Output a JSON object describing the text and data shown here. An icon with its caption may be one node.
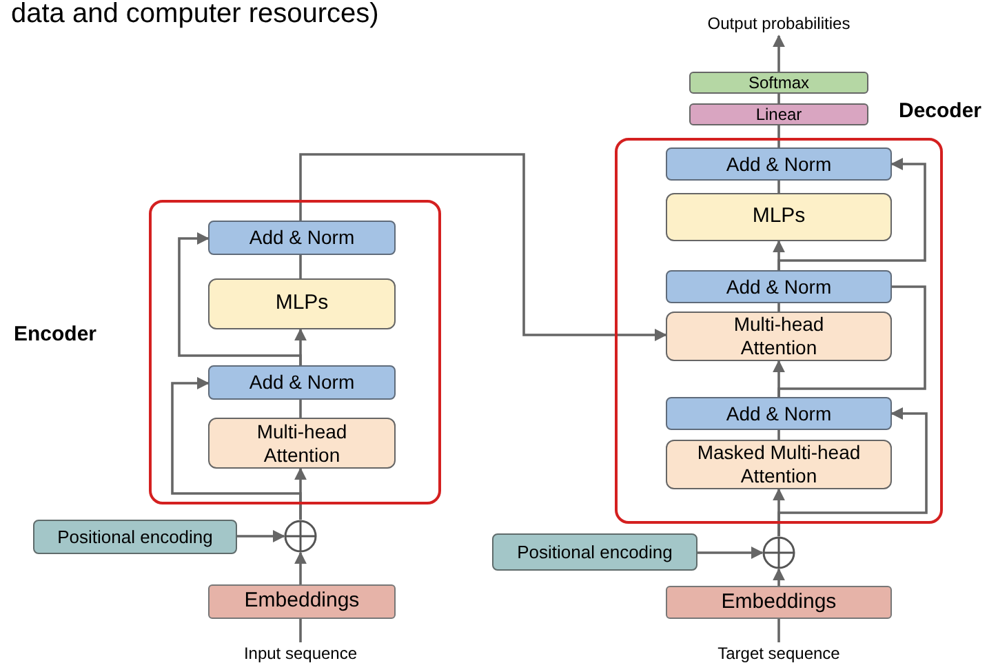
{
  "diagram": {
    "nodes": [
      {
        "text": [
          "Output probabilities"
        ]
      },
      {
        "text": [
          "Softmax"
        ]
      },
      {
        "text": [
          "Linear"
        ]
      },
      {
        "text": [],
        "shape": "box"
      },
      {
        "text": [
          "Add & Norm"
        ],
        "in": 3
      },
      {
        "text": [
          "MLPs"
        ],
        "in": 3
      },
      {
        "text": [
          "Add & Norm"
        ],
        "in": 3
      },
      {
        "text": [
          "Multi-head Attention"
        ],
        "in": 3
      },
      {
        "text": [
          "Positional encoding"
        ]
      },
      {
        "text": [],
        "shape": "circle"
      },
      {
        "text": [
          "Embeddings"
        ]
      },
      {
        "text": [
          "Input sequence"
        ]
      },
      {
        "text": [],
        "shape": "box"
      },
      {
        "text": [
          "Add & Norm"
        ],
        "in": 12
      },
      {
        "text": [
          "MLPs"
        ],
        "in": 12
      },
      {
        "text": [
          "Add & Norm"
        ],
        "in": 12
      },
      {
        "text": [
          "Multi-head Attention"
        ],
        "in": 12
      },
      {
        "text": [
          "Add & Norm"
        ],
        "in": 12
      },
      {
        "text": [
          "Masked Multi-head Attention"
        ],
        "in": 12
      },
      {
        "text": [
          "Positional encoding"
        ]
      },
      {
        "text": [],
        "shape": "circle"
      },
      {
        "text": [
          "Embeddings"
        ]
      },
      {
        "text": [
          "Target sequence"
        ]
      }
    ],
    "edges": [
      {
        "from": 1,
        "to": 0,
        "arrow": "to"
      },
      {
        "from": 2,
        "to": 1,
        "arrow": "none"
      },
      {
        "from": 13,
        "to": 2,
        "arrow": "none"
      },
      {
        "from": 14,
        "to": 13,
        "arrow": "none"
      },
      {
        "from": 15,
        "to": 14,
        "arrow": "to"
      },
      {
        "from": 15,
        "to": 13,
        "arrow": "to"
      },
      {
        "from": 16,
        "to": 15,
        "arrow": "none"
      },
      {
        "from": 17,
        "to": 16,
        "arrow": "to"
      },
      {
        "from": 17,
        "to": 15,
        "arrow": "none"
      },
      {
        "from": 18,
        "to": 17,
        "arrow": "none"
      },
      {
        "from": 20,
        "to": 18,
        "arrow": "to"
      },
      {
        "from": 20,
        "to": 17,
        "arrow": "to"
      },
      {
        "from": 19,
        "to": 20,
        "arrow": "to"
      },
      {
        "from": 21,
        "to": 20,
        "arrow": "to"
      },
      {
        "from": 22,
        "to": 21,
        "arrow": "none"
      },
      {
        "from": 4,
        "to": 16,
        "arrow": "to"
      },
      {
        "from": 5,
        "to": 4,
        "arrow": "none"
      },
      {
        "from": 6,
        "to": 5,
        "arrow": "to"
      },
      {
        "from": 6,
        "to": 4,
        "arrow": "to"
      },
      {
        "from": 7,
        "to": 6,
        "arrow": "none"
      },
      {
        "from": 9,
        "to": 7,
        "arrow": "to"
      },
      {
        "from": 9,
        "to": 6,
        "arrow": "to"
      },
      {
        "from": 8,
        "to": 9,
        "arrow": "to"
      },
      {
        "from": 10,
        "to": 9,
        "arrow": "to"
      },
      {
        "from": 11,
        "to": 10,
        "arrow": "none"
      }
    ],
    "labels": [
      "data and computer resources)",
      "Decoder",
      "Encoder"
    ]
  }
}
